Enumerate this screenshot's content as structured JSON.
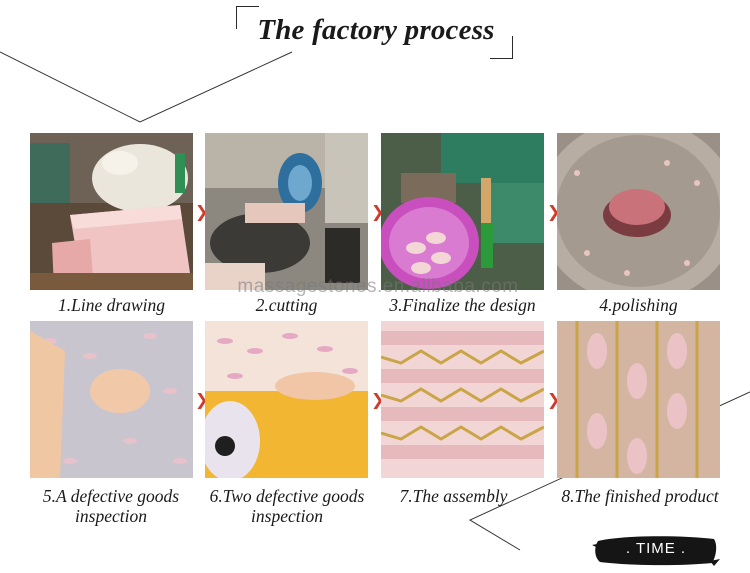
{
  "title": "The factory process",
  "watermark": "massagestones.en.alibaba.com",
  "steps": [
    {
      "caption": "1.Line drawing"
    },
    {
      "caption": "2.cutting"
    },
    {
      "caption": "3.Finalize the design"
    },
    {
      "caption": "4.polishing"
    },
    {
      "caption_line1": "5.A defective goods",
      "caption_line2": "inspection"
    },
    {
      "caption_line1": "6.Two defective goods",
      "caption_line2": "inspection"
    },
    {
      "caption": "7.The assembly"
    },
    {
      "caption": "8.The finished product"
    }
  ],
  "arrow_glyph": "❯",
  "time_label": ". TIME .",
  "colors": {
    "arrow": "#d23b2b",
    "rose_quartz": "#e9b8bd",
    "badge": "#151515"
  }
}
